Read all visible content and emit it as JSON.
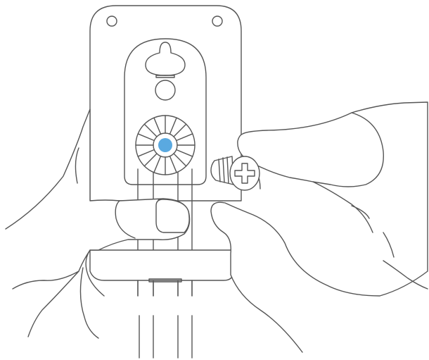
{
  "illustration": {
    "stroke_color": "#555555",
    "background_color": "#ffffff",
    "accent_color": "#5aa9e0",
    "parts": [
      "mounting-plate",
      "keyhole-slot",
      "round-hole",
      "cable-grommet",
      "center-dot",
      "screw",
      "left-hand",
      "right-hand"
    ]
  }
}
